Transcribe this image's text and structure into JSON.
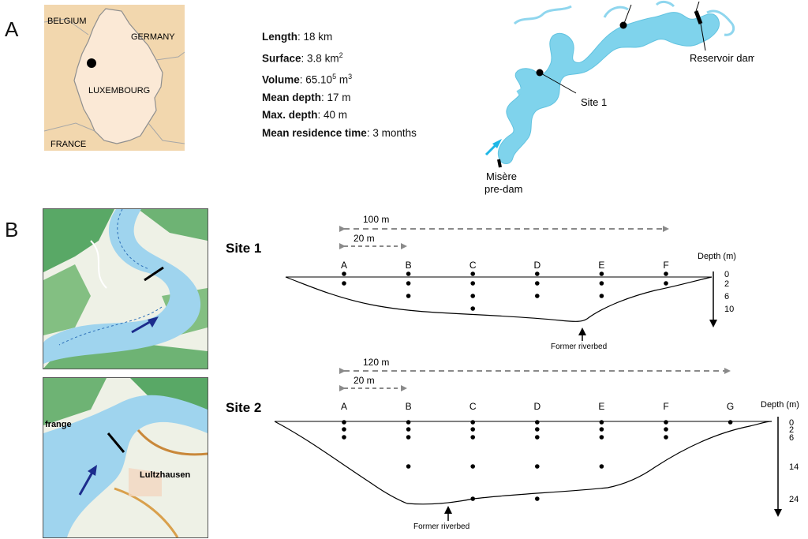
{
  "panels": {
    "a": "A",
    "b": "B"
  },
  "locator_map": {
    "countries": [
      "BELGIUM",
      "GERMANY",
      "LUXEMBOURG",
      "FRANCE"
    ]
  },
  "lake_stats": [
    {
      "label": "Length",
      "value": "18 km"
    },
    {
      "label": "Surface",
      "value": "3.8 km",
      "sup": "2"
    },
    {
      "label": "Volume",
      "value": "65.10",
      "sup": "5",
      "suffix": " m",
      "sup2": "3"
    },
    {
      "label": "Mean depth",
      "value": "17 m"
    },
    {
      "label": "Max. depth",
      "value": "40 m"
    },
    {
      "label": "Mean residence time",
      "value": "3 months"
    }
  ],
  "reservoir_map": {
    "reservoir_dam": "Reservoir dam",
    "site1": "Site 1",
    "predam_line1": "Misère",
    "predam_line2": "pre-dam"
  },
  "topo_maps": {
    "map2_label_frange": "frange",
    "map2_label_town": "Lultzhausen"
  },
  "profiles": {
    "site1": {
      "title": "Site 1",
      "scale_long": "100 m",
      "scale_short": "20 m",
      "stations": [
        "A",
        "B",
        "C",
        "D",
        "E",
        "F"
      ],
      "depth_label": "Depth (m)",
      "depth_ticks": [
        "0",
        "2",
        "6",
        "10"
      ],
      "riverbed": "Former riverbed",
      "samples": {
        "A": [
          0,
          2
        ],
        "B": [
          0,
          2,
          6
        ],
        "C": [
          0,
          2,
          6,
          10
        ],
        "D": [
          0,
          2,
          6
        ],
        "E": [
          0,
          2,
          6
        ],
        "F": [
          0,
          2
        ]
      }
    },
    "site2": {
      "title": "Site 2",
      "scale_long": "120 m",
      "scale_short": "20 m",
      "stations": [
        "A",
        "B",
        "C",
        "D",
        "E",
        "F",
        "G"
      ],
      "depth_label": "Depth (m)",
      "depth_ticks": [
        "0",
        "2",
        "6",
        "14",
        "24"
      ],
      "riverbed": "Former riverbed",
      "samples": {
        "A": [
          0,
          2,
          6
        ],
        "B": [
          0,
          2,
          6,
          14
        ],
        "C": [
          0,
          2,
          6,
          14,
          24
        ],
        "D": [
          0,
          2,
          6,
          14,
          24
        ],
        "E": [
          0,
          2,
          6,
          14
        ],
        "F": [
          0,
          2,
          6
        ],
        "G": [
          0
        ]
      }
    }
  },
  "colors": {
    "lake": "#7fd3ec",
    "arrow_cyan": "#1fb7e6",
    "land_beige": "#fbe9d6",
    "map_bg": "#f2d7ae",
    "water_topo": "#9fd4ee",
    "forest": "#3e9b4f",
    "flow_arrow": "#1c2c8c"
  }
}
